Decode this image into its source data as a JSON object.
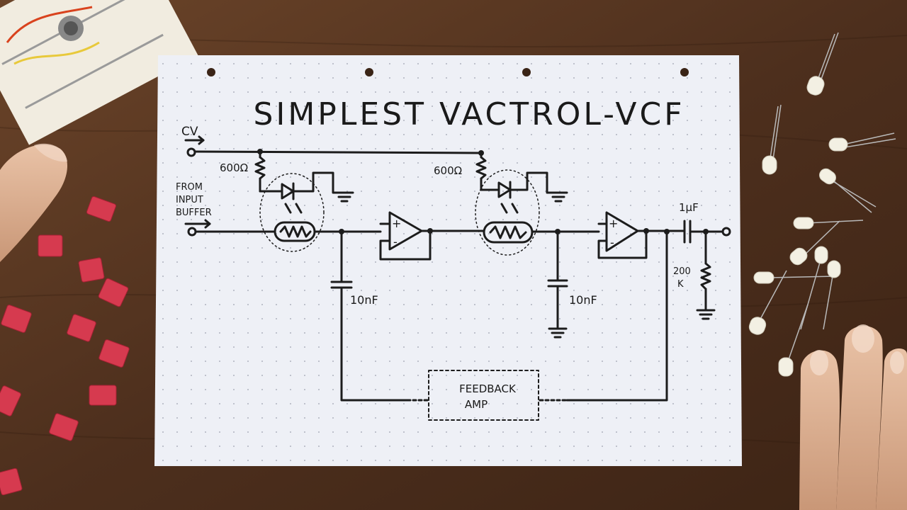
{
  "title": "SIMPLEST VACTROL-VCF",
  "labels": {
    "cv": "CV",
    "from_input_buffer": [
      "FROM",
      "INPUT",
      "BUFFER"
    ],
    "r1": "600Ω",
    "r2": "600Ω",
    "c1": "10nF",
    "c2": "10nF",
    "c_out": "1µF",
    "r_out": [
      "200",
      "K"
    ],
    "feedback_amp": [
      "FEEDBACK",
      "AMP"
    ],
    "opamp_plus": "+",
    "opamp_minus": "-"
  }
}
